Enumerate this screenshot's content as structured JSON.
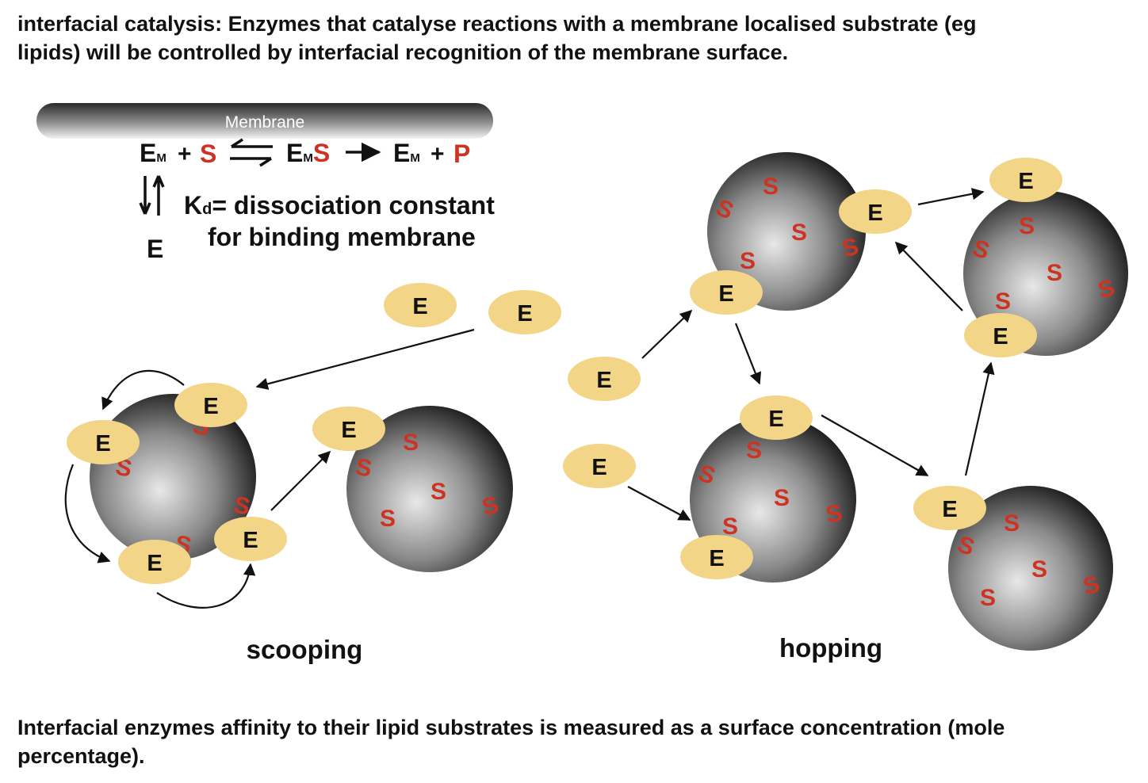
{
  "header": {
    "line1": "interfacial catalysis: Enzymes that catalyse reactions with a membrane localised substrate (eg",
    "line2": "lipids) will be controlled by interfacial recognition of the membrane surface."
  },
  "membrane_bar": {
    "label": "Membrane"
  },
  "equation": {
    "e": "E",
    "m": "M",
    "plus": "+",
    "s": "S",
    "p": "P"
  },
  "kd": {
    "k": "K",
    "d": "d",
    "line1_rest": "= dissociation constant",
    "line2": "for binding membrane",
    "free_enzyme": "E"
  },
  "diagram": {
    "enzyme_label": "E",
    "substrate_label": "S",
    "captions": {
      "scooping": "scooping",
      "hopping": "hopping"
    }
  },
  "colors": {
    "enzyme_fill": "#f2d586",
    "substrate_red": "#cc3322",
    "vesicle_dark": "#1a1a1a",
    "vesicle_light": "#e6e6e6"
  },
  "footer": {
    "line1": "Interfacial enzymes affinity to their lipid substrates is measured as a surface concentration (mole",
    "line2": "percentage)."
  }
}
